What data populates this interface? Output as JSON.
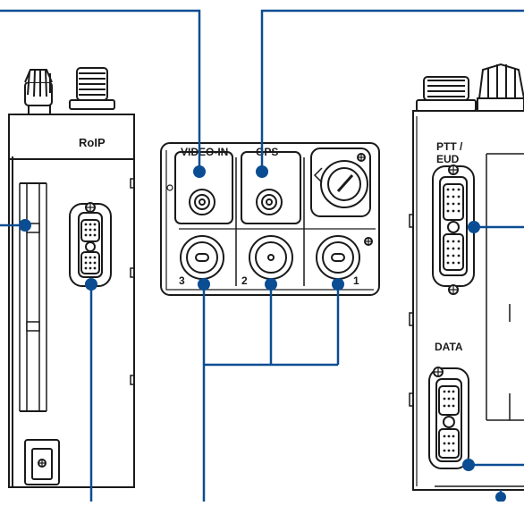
{
  "labels": {
    "roip": "RoIP",
    "video_in": "VIDEO-IN",
    "gps": "GPS",
    "ptt_line1": "PTT /",
    "ptt_line2": "EUD",
    "data": "DATA",
    "port3": "3",
    "port2": "2",
    "port1": "1"
  },
  "colors": {
    "callout": "#0a4d92",
    "outline": "#1a1a1a",
    "body": "#ffffff",
    "background": "#ffffff"
  }
}
